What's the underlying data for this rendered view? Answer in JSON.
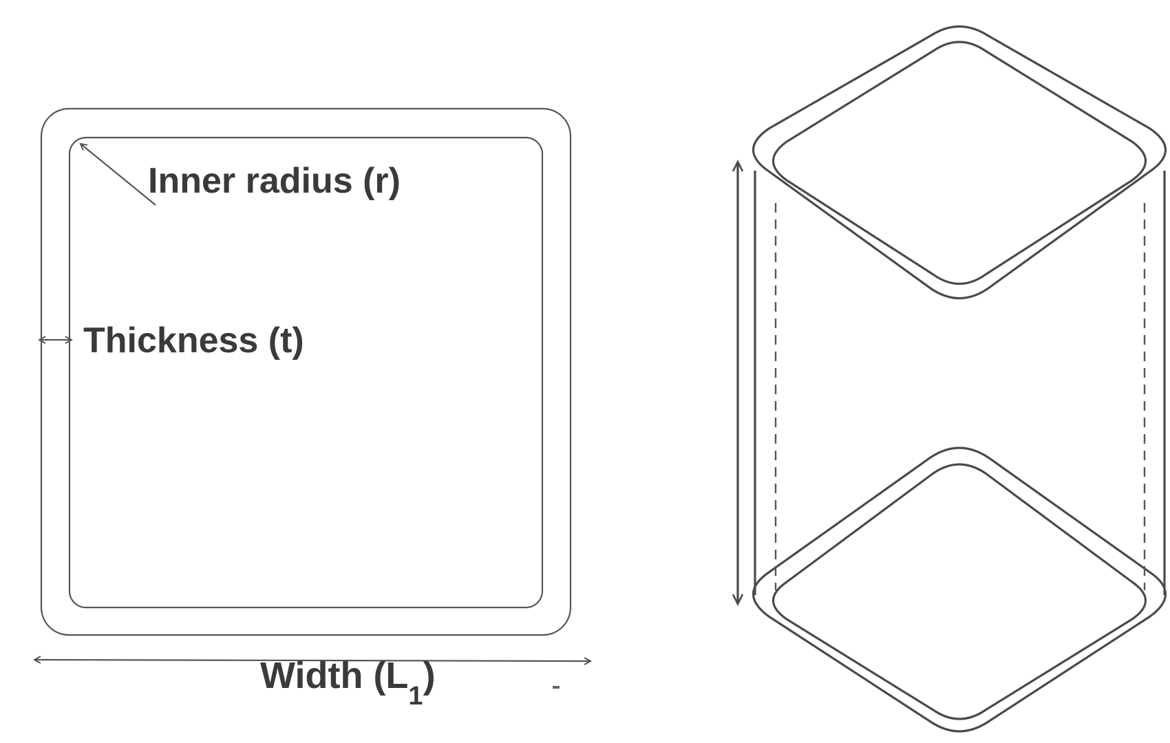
{
  "labels": {
    "inner_radius": "Inner radius (r)",
    "thickness": "Thickness (t)",
    "width_prefix": "Width (L",
    "width_subscript": "1",
    "width_suffix": ")"
  }
}
